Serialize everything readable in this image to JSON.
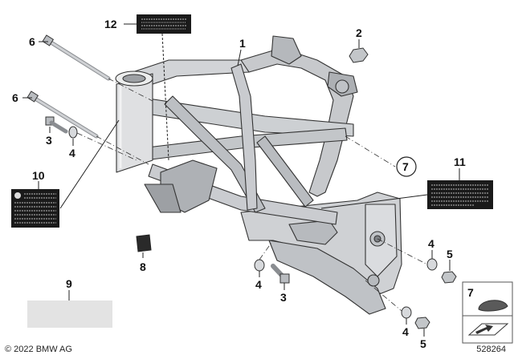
{
  "callouts": {
    "c1": "1",
    "c2": "2",
    "c3a": "3",
    "c3b": "3",
    "c4a": "4",
    "c4b": "4",
    "c4c": "4",
    "c4d": "4",
    "c5a": "5",
    "c5b": "5",
    "c6a": "6",
    "c6b": "6",
    "c7": "7",
    "c7inset": "7",
    "c8": "8",
    "c9": "9",
    "c10": "10",
    "c11": "11",
    "c12": "12"
  },
  "footer": {
    "copyright": "© 2022 BMW AG",
    "part_id": "528264"
  },
  "colors": {
    "frame": "#c7c9cc",
    "frame_dark": "#8e9196",
    "outline": "#333333",
    "label_bg": "#1a1a1a",
    "plate_grey": "#e3e3e3"
  }
}
